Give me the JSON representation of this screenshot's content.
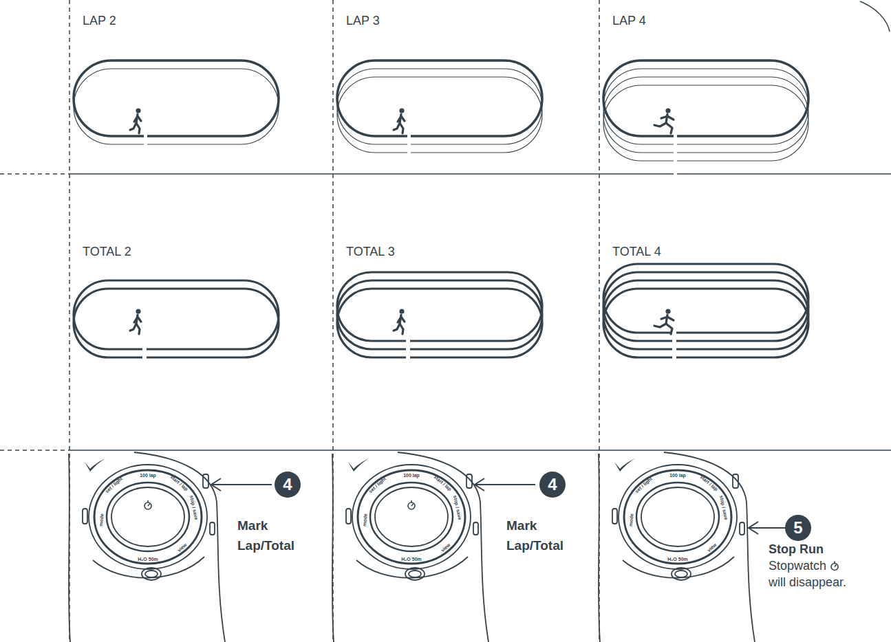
{
  "diagram": {
    "nodes": [
      {
        "text": [
          "4"
        ]
      },
      {
        "text": [
          "4"
        ]
      },
      {
        "text": [
          "5"
        ]
      }
    ],
    "labels": [
      "LAP 2",
      "LAP 3",
      "LAP 4",
      "TOTAL 2",
      "TOTAL 3",
      "TOTAL 4",
      "Mark Lap/Total",
      "Mark Lap/Total",
      "Stop Run",
      "Stopwatch",
      "will disappear.",
      "set / light",
      "100 lap",
      "start / lap",
      "stop / save",
      "view",
      "H₂O 50m",
      "mode",
      "set / light",
      "100 lap",
      "start / lap",
      "stop / save",
      "view",
      "H₂O 50m",
      "mode",
      "set / light",
      "100 lap",
      "start / lap",
      "stop / save",
      "view",
      "H₂O 50m",
      "mode"
    ]
  }
}
